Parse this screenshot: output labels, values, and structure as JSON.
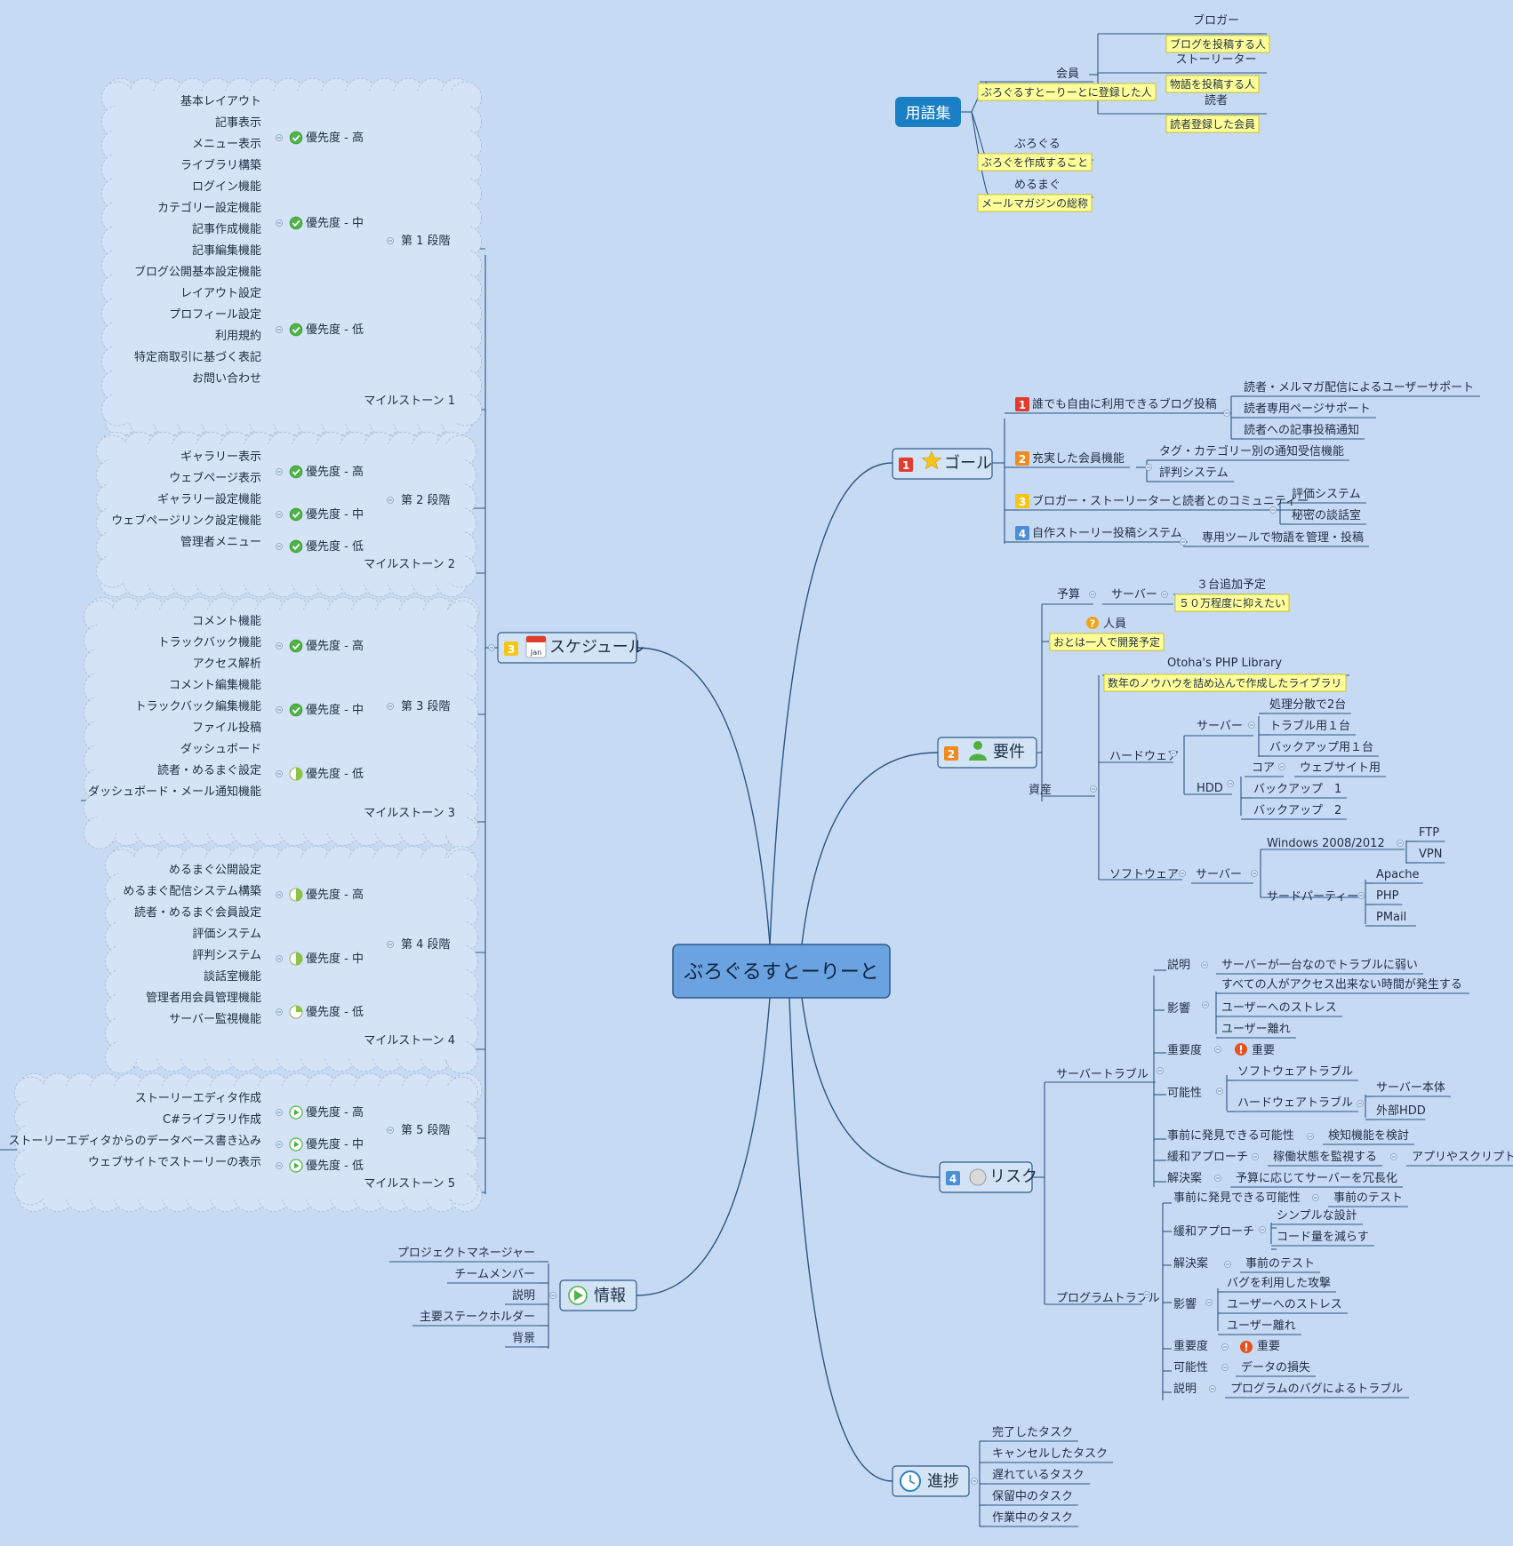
{
  "title": "ぶろぐるすとーりーと",
  "colors": {
    "background": "#c6dbf3",
    "line": "#2d5582",
    "note": "#ffff99",
    "center": "#6aa3e0",
    "glossary": "#1a7fc4",
    "check": "#4fb347",
    "badge_red": "#e33b2e",
    "badge_orange": "#ef8a21",
    "badge_yellow": "#f5c518",
    "badge_blue": "#4d8fd6"
  },
  "glossary": {
    "label": "用語集",
    "kaiin": {
      "label": "会員",
      "note": "ぶろぐるすとーりーとに登録した人",
      "items": [
        {
          "label": "ブロガー",
          "note": "ブログを投稿する人"
        },
        {
          "label": "ストーリーター",
          "note": "物語を投稿する人"
        },
        {
          "label": "読者",
          "note": "読者登録した会員"
        }
      ]
    },
    "burogu": {
      "label": "ぶろぐる",
      "note": "ぶろぐを作成すること"
    },
    "merumagu": {
      "label": "めるまぐ",
      "note": "メールマガジンの総称"
    }
  },
  "goal": {
    "label": "ゴール",
    "badge": "1",
    "icon": "star-icon",
    "items": [
      {
        "num": "1",
        "label": "誰でも自由に利用できるブログ投稿",
        "subs": [
          "読者・メルマガ配信によるユーザーサポート",
          "読者専用ページサポート",
          "読者への記事投稿通知"
        ]
      },
      {
        "num": "2",
        "label": "充実した会員機能",
        "subs": [
          "タグ・カテゴリー別の通知受信機能",
          "評判システム"
        ]
      },
      {
        "num": "3",
        "label": "ブロガー・ストーリーターと読者とのコミュニティー",
        "subs": [
          "評価システム",
          "秘密の談話室"
        ]
      },
      {
        "num": "4",
        "label": "自作ストーリー投稿システム",
        "subs": [
          "専用ツールで物語を管理・投稿"
        ]
      }
    ]
  },
  "requirements": {
    "label": "要件",
    "badge": "2",
    "icon": "person-icon",
    "budget": {
      "label": "予算",
      "server": "サーバー",
      "plan": "３台追加予定",
      "note": "５０万程度に抑えたい"
    },
    "staff": {
      "label": "人員",
      "note": "おとは一人で開発予定",
      "icon": "question-icon"
    },
    "assets": {
      "label": "資産",
      "library": {
        "label": "Otoha's PHP Library",
        "note": "数年のノウハウを詰め込んで作成したライブラリ"
      },
      "hardware": {
        "label": "ハードウェア",
        "server": {
          "label": "サーバー",
          "items": [
            "処理分散で2台",
            "トラブル用１台",
            "バックアップ用１台"
          ]
        },
        "hdd": {
          "label": "HDD",
          "core": "コア",
          "core_use": "ウェブサイト用",
          "items": [
            "バックアップ　1",
            "バックアップ　2"
          ]
        }
      },
      "software": {
        "label": "ソフトウェア",
        "server": "サーバー",
        "os": "Windows 2008/2012",
        "os_items": [
          "FTP",
          "VPN"
        ],
        "third": "サードパーティー",
        "third_items": [
          "Apache",
          "PHP",
          "PMail"
        ]
      }
    }
  },
  "risk": {
    "label": "リスク",
    "badge": "4",
    "icon": "risk-icon",
    "server": {
      "label": "サーバートラブル",
      "desc": {
        "label": "説明",
        "value": "サーバーが一台なのでトラブルに弱い"
      },
      "impact": {
        "label": "影響",
        "items": [
          "すべての人がアクセス出来ない時間が発生する",
          "ユーザーへのストレス",
          "ユーザー離れ"
        ]
      },
      "severity": {
        "label": "重要度",
        "value": "重要"
      },
      "possibility": {
        "label": "可能性",
        "software": "ソフトウェアトラブル",
        "hardware": "ハードウェアトラブル",
        "hw_items": [
          "サーバー本体",
          "外部HDD"
        ]
      },
      "detect": {
        "label": "事前に発見できる可能性",
        "value": "検知機能を検討"
      },
      "mitigate": {
        "label": "緩和アプローチ",
        "value": "稼働状態を監視する",
        "value2": "アプリやスクリプト"
      },
      "solution": {
        "label": "解決案",
        "value": "予算に応じてサーバーを冗長化"
      }
    },
    "program": {
      "label": "プログラムトラブル",
      "detect": {
        "label": "事前に発見できる可能性",
        "value": "事前のテスト"
      },
      "mitigate": {
        "label": "緩和アプローチ",
        "items": [
          "シンプルな設計",
          "コード量を減らす"
        ]
      },
      "solution": {
        "label": "解決案",
        "value": "事前のテスト"
      },
      "impact": {
        "label": "影響",
        "items": [
          "バグを利用した攻撃",
          "ユーザーへのストレス",
          "ユーザー離れ"
        ]
      },
      "severity": {
        "label": "重要度",
        "value": "重要"
      },
      "possibility": {
        "label": "可能性",
        "value": "データの損失"
      },
      "desc": {
        "label": "説明",
        "value": "プログラムのバグによるトラブル"
      }
    }
  },
  "progress": {
    "label": "進捗",
    "icon": "clock-icon",
    "items": [
      "完了したタスク",
      "キャンセルしたタスク",
      "遅れているタスク",
      "保留中のタスク",
      "作業中のタスク"
    ]
  },
  "info": {
    "label": "情報",
    "icon": "play-icon",
    "items": [
      "プロジェクトマネージャー",
      "チームメンバー",
      "説明",
      "主要ステークホルダー",
      "背景"
    ]
  },
  "schedule": {
    "label": "スケジュール",
    "badge": "3",
    "icon": "calendar-icon",
    "calendar_text": "Jan",
    "stages": [
      {
        "label": "第 1 段階",
        "milestone": "マイルストーン 1",
        "groups": [
          {
            "label": "優先度 - 高",
            "icon": "check-icon",
            "items": [
              "基本レイアウト",
              "記事表示",
              "メニュー表示",
              "ライブラリ構築"
            ]
          },
          {
            "label": "優先度 - 中",
            "icon": "check-icon",
            "items": [
              "ログイン機能",
              "カテゴリー設定機能",
              "記事作成機能",
              "記事編集機能"
            ]
          },
          {
            "label": "優先度 - 低",
            "icon": "check-icon",
            "items": [
              "ブログ公開基本設定機能",
              "レイアウト設定",
              "プロフィール設定",
              "利用規約",
              "特定商取引に基づく表記",
              "お問い合わせ"
            ]
          }
        ]
      },
      {
        "label": "第 2 段階",
        "milestone": "マイルストーン 2",
        "groups": [
          {
            "label": "優先度 - 高",
            "icon": "check-icon",
            "items": [
              "ギャラリー表示",
              "ウェブページ表示"
            ]
          },
          {
            "label": "優先度 - 中",
            "icon": "check-icon",
            "items": [
              "ギャラリー設定機能",
              "ウェブページリンク設定機能"
            ]
          },
          {
            "label": "優先度 - 低",
            "icon": "check-icon",
            "items": [
              "管理者メニュー"
            ]
          }
        ]
      },
      {
        "label": "第 3 段階",
        "milestone": "マイルストーン 3",
        "groups": [
          {
            "label": "優先度 - 高",
            "icon": "check-icon",
            "items": [
              "コメント機能",
              "トラックバック機能",
              "アクセス解析"
            ]
          },
          {
            "label": "優先度 - 中",
            "icon": "check-icon",
            "items": [
              "コメント編集機能",
              "トラックバック編集機能",
              "ファイル投稿"
            ]
          },
          {
            "label": "優先度 - 低",
            "icon": "progress-half-icon",
            "items": [
              "ダッシュボード",
              "読者・めるまぐ設定",
              "ダッシュボード・メール通知機能"
            ]
          }
        ]
      },
      {
        "label": "第 4 段階",
        "milestone": "マイルストーン 4",
        "groups": [
          {
            "label": "優先度 - 高",
            "icon": "progress-half-icon",
            "items": [
              "めるまぐ公開設定",
              "めるまぐ配信システム構築",
              "読者・めるまぐ会員設定"
            ]
          },
          {
            "label": "優先度 - 中",
            "icon": "progress-half-icon",
            "items": [
              "評価システム",
              "評判システム",
              "談話室機能"
            ]
          },
          {
            "label": "優先度 - 低",
            "icon": "progress-quarter-icon",
            "items": [
              "管理者用会員管理機能",
              "サーバー監視機能"
            ]
          }
        ]
      },
      {
        "label": "第 5 段階",
        "milestone": "マイルストーン 5",
        "groups": [
          {
            "label": "優先度 - 高",
            "icon": "play-icon",
            "items": [
              "ストーリーエディタ作成",
              "C#ライブラリ作成"
            ]
          },
          {
            "label": "優先度 - 中",
            "icon": "play-icon",
            "items": [
              "ストーリーエディタからのデータベース書き込み"
            ]
          },
          {
            "label": "優先度 - 低",
            "icon": "play-icon",
            "items": [
              "ウェブサイトでストーリーの表示"
            ]
          }
        ]
      }
    ]
  }
}
